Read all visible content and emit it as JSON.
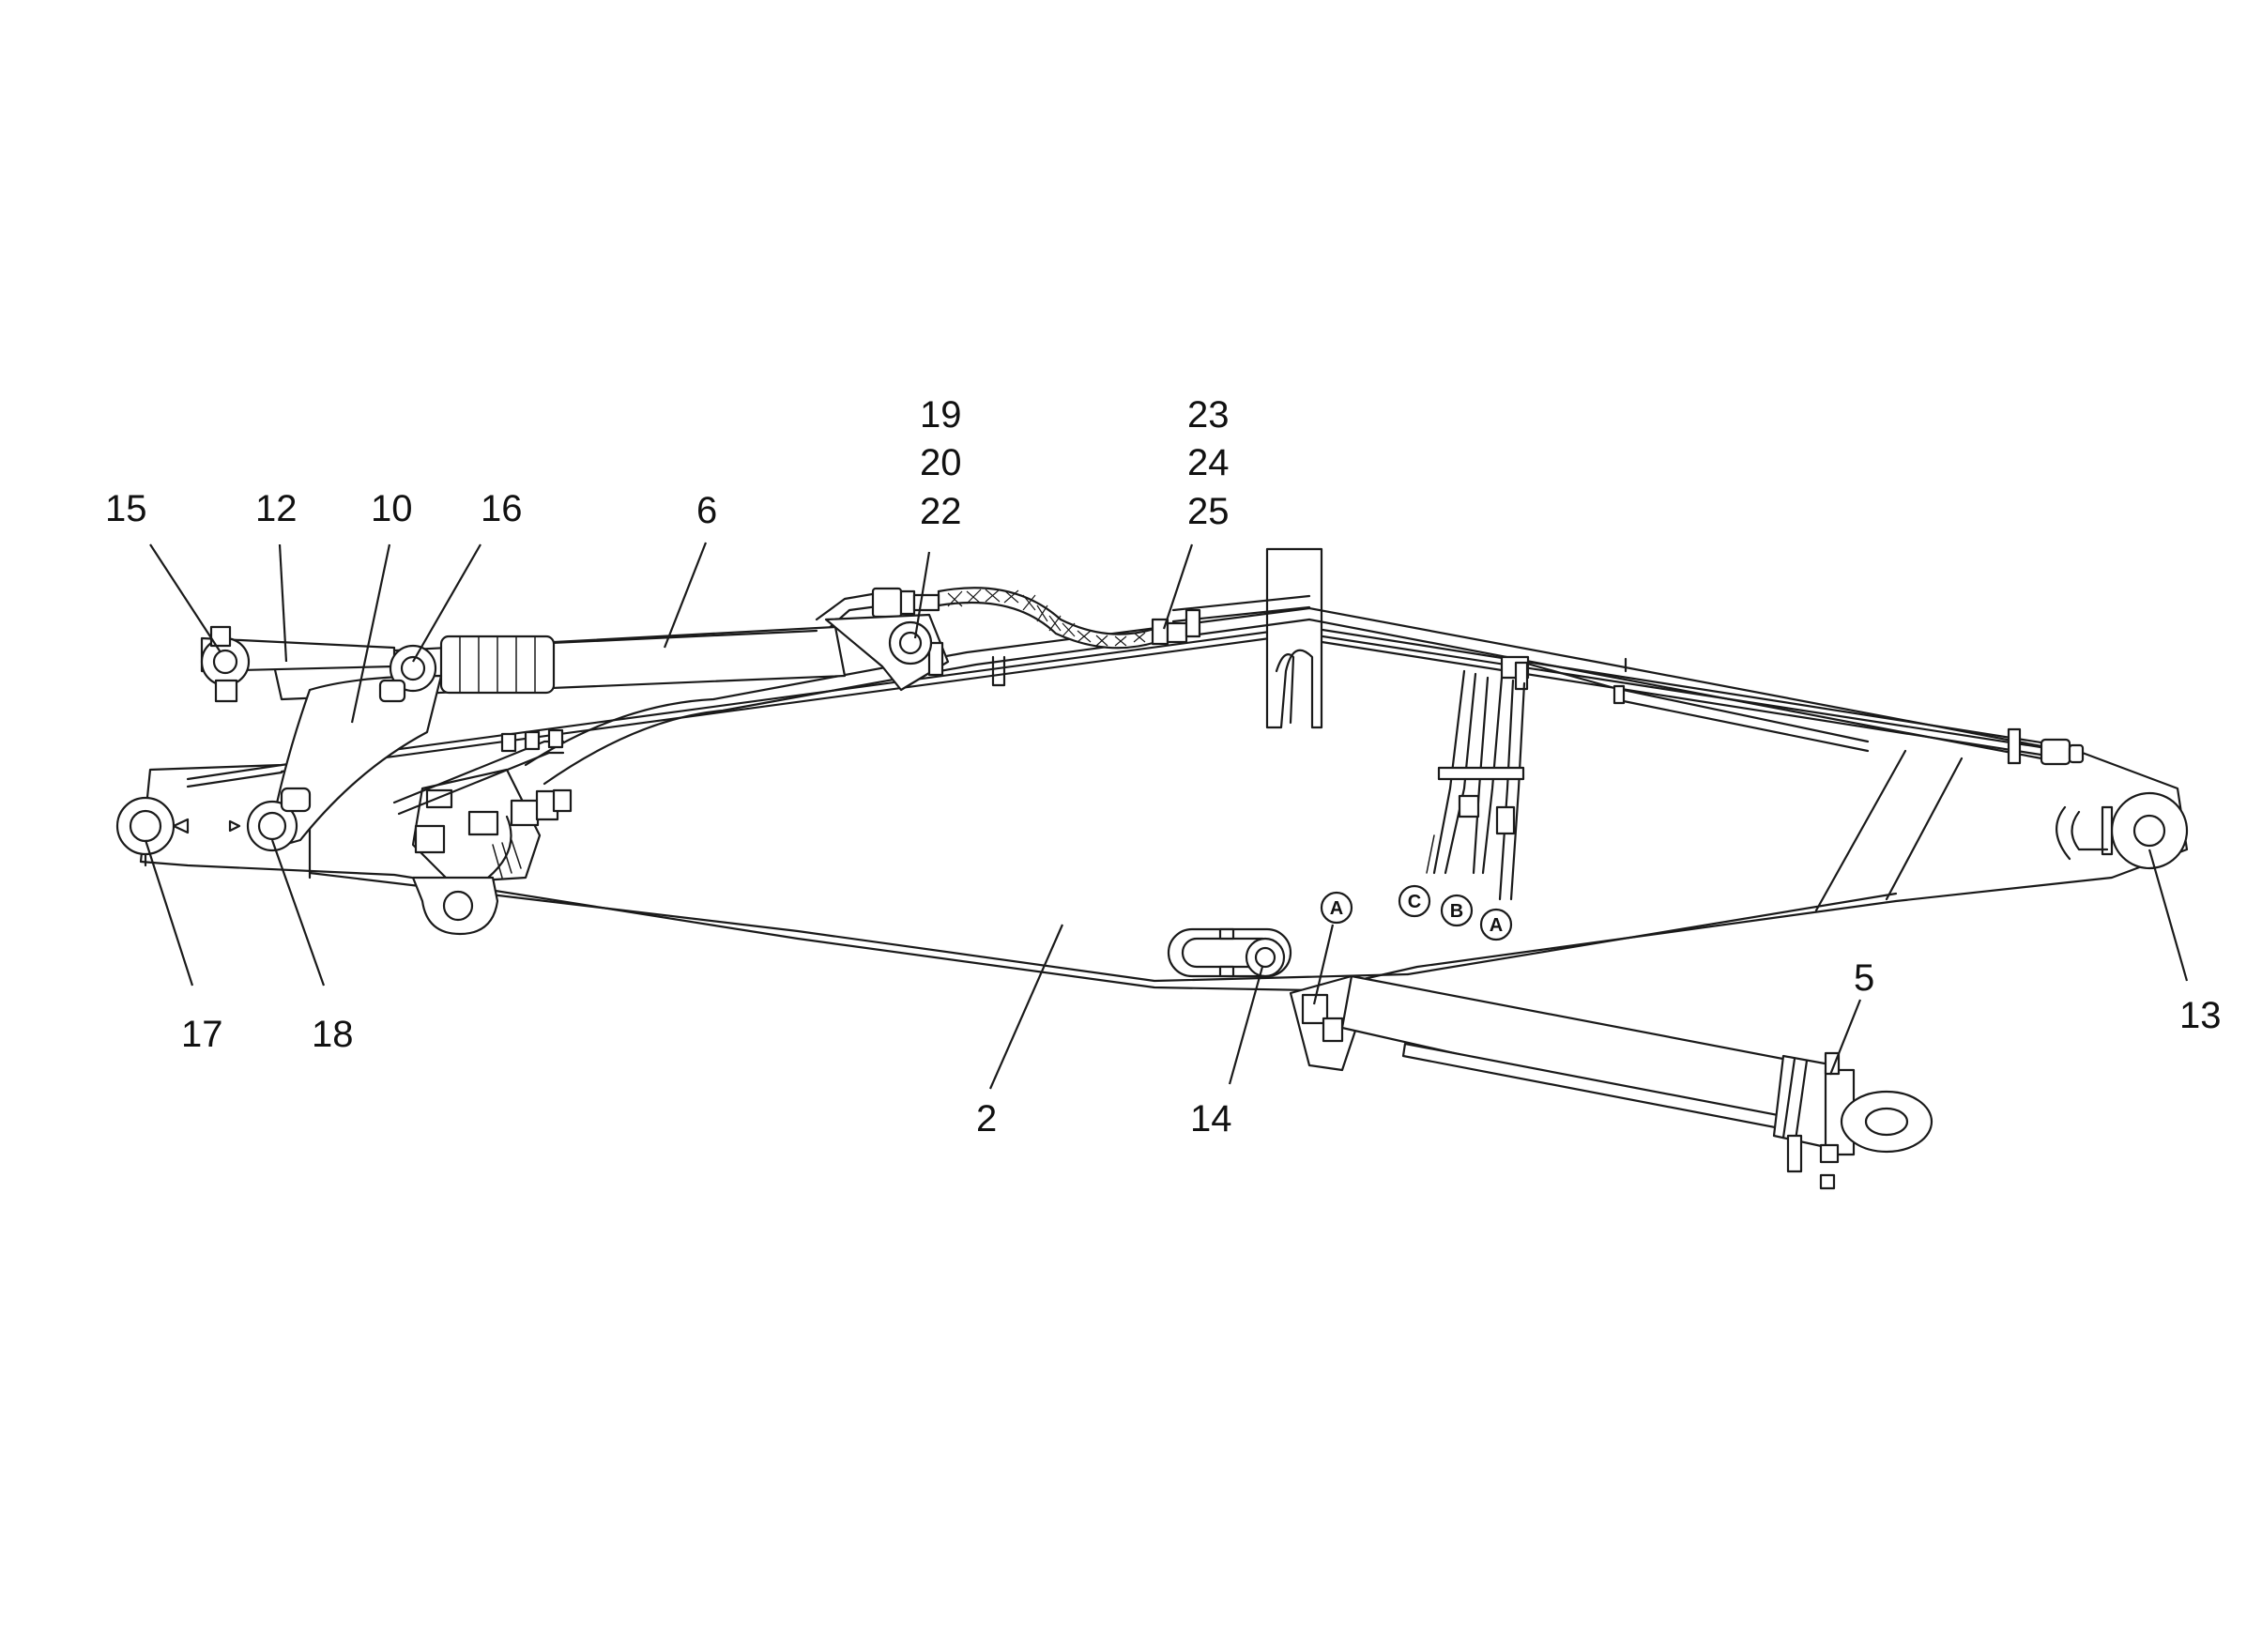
{
  "callouts": [
    {
      "id": "c15",
      "text": "15"
    },
    {
      "id": "c12",
      "text": "12"
    },
    {
      "id": "c10",
      "text": "10"
    },
    {
      "id": "c16",
      "text": "16"
    },
    {
      "id": "c6",
      "text": "6"
    },
    {
      "id": "c19",
      "text": "19"
    },
    {
      "id": "c20",
      "text": "20"
    },
    {
      "id": "c22",
      "text": "22"
    },
    {
      "id": "c23",
      "text": "23"
    },
    {
      "id": "c24",
      "text": "24"
    },
    {
      "id": "c25",
      "text": "25"
    },
    {
      "id": "c17",
      "text": "17"
    },
    {
      "id": "c18",
      "text": "18"
    },
    {
      "id": "c2",
      "text": "2"
    },
    {
      "id": "c14",
      "text": "14"
    },
    {
      "id": "c5",
      "text": "5"
    },
    {
      "id": "c13",
      "text": "13"
    }
  ],
  "connection_markers": [
    {
      "id": "m-c",
      "text": "C"
    },
    {
      "id": "m-b",
      "text": "B"
    },
    {
      "id": "m-a1",
      "text": "A"
    },
    {
      "id": "m-a2",
      "text": "A"
    }
  ]
}
